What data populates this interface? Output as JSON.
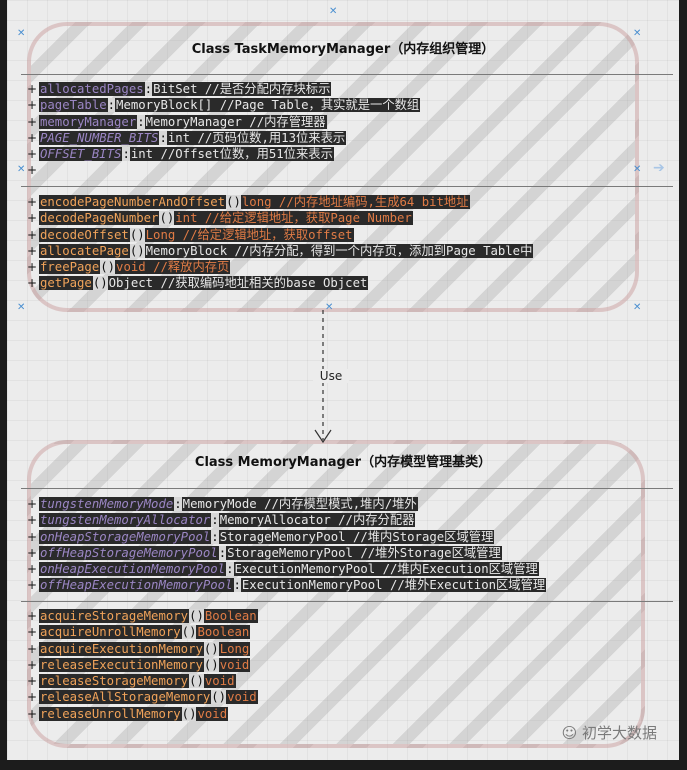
{
  "diagram": {
    "class1": {
      "title": "Class TaskMemoryManager（内存组织管理）",
      "fields": [
        {
          "name": "allocatedPages",
          "sep": ":",
          "type": "BitSet //是否分配内存块标示",
          "italic": false
        },
        {
          "name": "pageTable",
          "sep": ":",
          "type": "MemoryBlock[] //Page Table，其实就是一个数组",
          "italic": false
        },
        {
          "name": "memoryManager",
          "sep": ":",
          "type": "MemoryManager //内存管理器",
          "italic": false
        },
        {
          "name": "PAGE_NUMBER_BITS",
          "sep": ":",
          "type": "int //页码位数,用13位来表示",
          "italic": true
        },
        {
          "name": "OFFSET_BITS",
          "sep": ":",
          "type": "int //Offset位数，用51位来表示",
          "italic": true
        }
      ],
      "methods": [
        {
          "name": "encodePageNumberAndOffset",
          "sep": "()",
          "type": "long //内存地址编码,生成64 bit地址",
          "plain": false
        },
        {
          "name": "decodePageNumber",
          "sep": "()",
          "type": "int //给定逻辑地址，获取Page Number",
          "plain": false
        },
        {
          "name": "decodeOffset",
          "sep": "()",
          "type": "Long //给定逻辑地址，获取offset",
          "plain": false
        },
        {
          "name": "allocatePage",
          "sep": "()",
          "type": "MemoryBlock //内存分配，得到一个内存页，添加到Page Table中",
          "plain": true
        },
        {
          "name": "freePage",
          "sep": "()",
          "type": "void //释放内存页",
          "plain": false
        },
        {
          "name": "getPage",
          "sep": "()",
          "type": "Object //获取编码地址相关的base Objcet",
          "plain": true
        }
      ]
    },
    "arrow_label": "Use",
    "class2": {
      "title": "Class MemoryManager（内存模型管理基类）",
      "fields": [
        {
          "name": "tungstenMemoryMode",
          "sep": ":",
          "type": "MemoryMode //内存模型模式,堆内/堆外",
          "italic": true
        },
        {
          "name": "tungstenMemoryAllocator",
          "sep": ":",
          "type": "MemoryAllocator //内存分配器",
          "italic": true
        },
        {
          "name": "onHeapStorageMemoryPool",
          "sep": ":",
          "type": "StorageMemoryPool //堆内Storage区域管理",
          "italic": true
        },
        {
          "name": "offHeapStorageMemoryPool",
          "sep": ":",
          "type": "StorageMemoryPool //堆外Storage区域管理",
          "italic": true
        },
        {
          "name": "onHeapExecutionMemoryPool",
          "sep": ":",
          "type": "ExecutionMemoryPool //堆内Execution区域管理",
          "italic": true
        },
        {
          "name": "offHeapExecutionMemoryPool",
          "sep": ":",
          "type": "ExecutionMemoryPool //堆外Execution区域管理",
          "italic": true
        }
      ],
      "methods": [
        {
          "name": "acquireStorageMemory",
          "sep": "()",
          "type": "Boolean",
          "plain": false
        },
        {
          "name": "acquireUnrollMemory",
          "sep": "()",
          "type": "Boolean",
          "plain": false
        },
        {
          "name": "acquireExecutionMemory",
          "sep": "()",
          "type": "Long",
          "plain": false
        },
        {
          "name": "releaseExecutionMemory",
          "sep": "()",
          "type": "void",
          "plain": false
        },
        {
          "name": "releaseStorageMemory",
          "sep": "()",
          "type": "void",
          "plain": false
        },
        {
          "name": "releaseAllStorageMemory",
          "sep": "()",
          "type": "void",
          "plain": false
        },
        {
          "name": "releaseUnrollMemory",
          "sep": "()",
          "type": "void",
          "plain": false
        }
      ]
    },
    "plus_symbol": "+",
    "watermark": "初学大数据"
  },
  "colors": {
    "field_name": "#9b86c4",
    "method_name": "#f0a35a",
    "method_type": "#e07b45",
    "background": "#ececec",
    "highlight": "#2a2a2a"
  }
}
